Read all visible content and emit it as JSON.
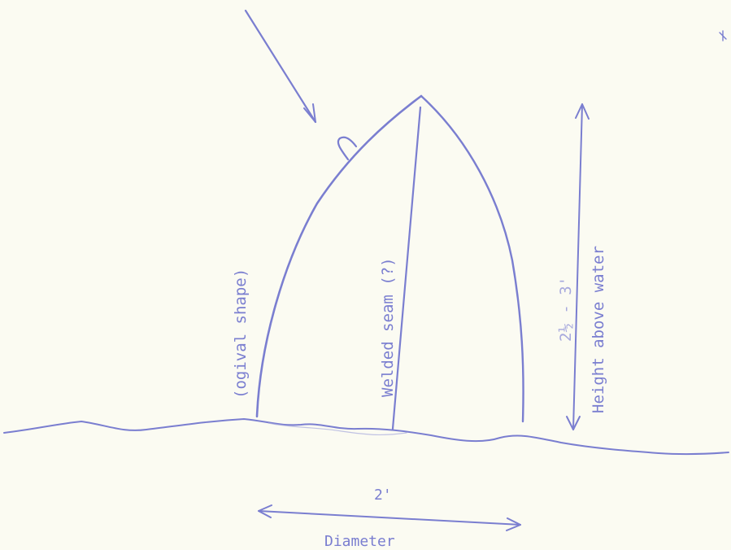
{
  "labels": {
    "ogival": "(ogival shape)",
    "seam": "Welded seam (?)",
    "height_range": "2½ - 3'",
    "height": "Height above water",
    "diameter_value": "2'",
    "diameter": "Diameter"
  },
  "colors": {
    "ink": "#7a7ed0",
    "ink_light": "#a7a9dd",
    "paper": "#fbfbf2"
  }
}
